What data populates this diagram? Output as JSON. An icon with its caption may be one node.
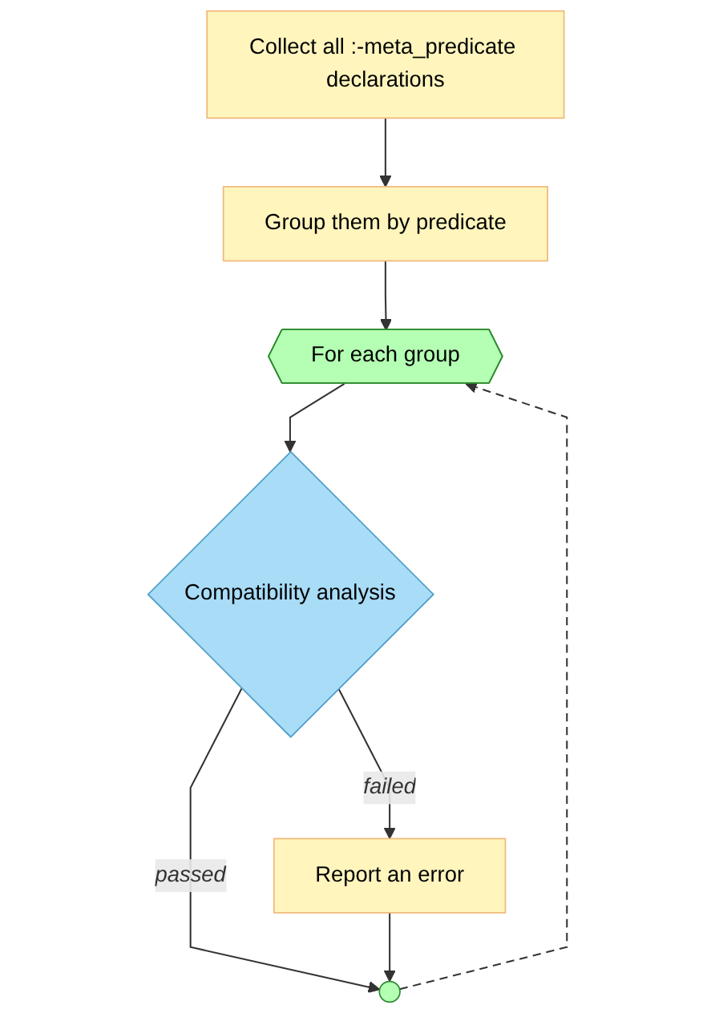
{
  "diagram": {
    "nodes": [
      {
        "text": [
          "Collect all :-meta_predicate declarations"
        ]
      },
      {
        "text": [
          "Group them by predicate"
        ]
      },
      {
        "text": [
          "For each group"
        ]
      },
      {
        "text": [
          "Compatibility analysis"
        ]
      },
      {
        "text": [
          "Report an error"
        ]
      },
      {
        "text": [],
        "shape": "circle"
      }
    ],
    "edges": [
      {
        "from": 0,
        "to": 1,
        "arrow": "to"
      },
      {
        "from": 1,
        "to": 2,
        "arrow": "to"
      },
      {
        "from": 2,
        "to": 3,
        "arrow": "to"
      },
      {
        "from": 3,
        "to": 5,
        "arrow": "to",
        "label": "passed"
      },
      {
        "from": 3,
        "to": 4,
        "arrow": "to",
        "label": "failed"
      },
      {
        "from": 4,
        "to": 5,
        "arrow": "to"
      },
      {
        "from": 5,
        "to": 2,
        "arrow": "to",
        "style": "dashed"
      }
    ]
  }
}
